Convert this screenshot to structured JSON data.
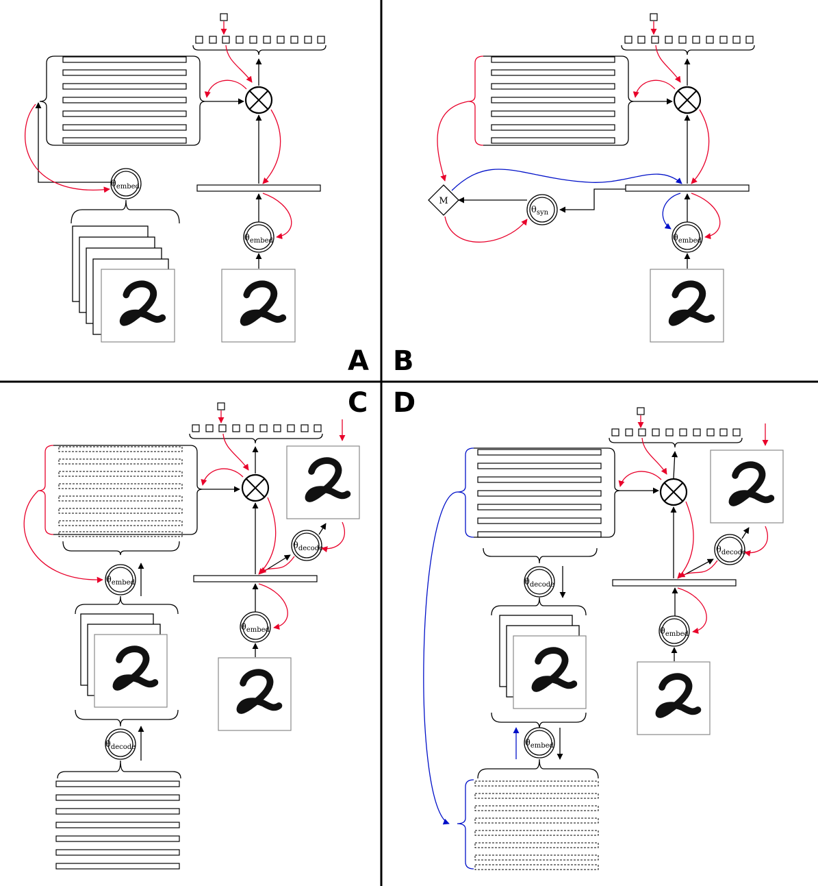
{
  "panels": [
    {
      "letter": "A"
    },
    {
      "letter": "B"
    },
    {
      "letter": "C"
    },
    {
      "letter": "D"
    }
  ],
  "nodes": {
    "theta": "θ",
    "embed": "embed",
    "syn": "syn",
    "decode": "decode",
    "merge": "M"
  },
  "colors": {
    "black": "#000000",
    "red": "#e8002a",
    "blue": "#0010c8"
  },
  "icons": {
    "product": "circled-times-icon",
    "digit": "handwritten-digit-two-image"
  }
}
